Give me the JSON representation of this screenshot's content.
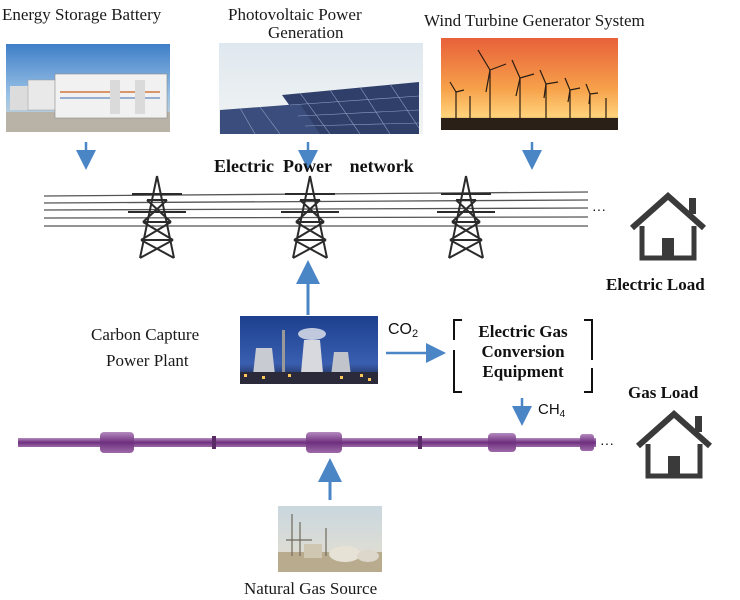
{
  "sources": {
    "battery": {
      "label": "Energy Storage Battery"
    },
    "pv": {
      "label_line1": "Photovoltaic Power",
      "label_line2": "Generation"
    },
    "wind": {
      "label": "Wind Turbine Generator System"
    }
  },
  "network": {
    "title": "Electric  Power    network",
    "ellipsis": "···"
  },
  "electric_load": {
    "label": "Electric Load"
  },
  "carbon_plant": {
    "label_line1": "Carbon Capture",
    "label_line2": "Power Plant"
  },
  "co2": {
    "label": "CO",
    "sub": "2"
  },
  "conversion": {
    "line1": "Electric Gas",
    "line2": "Conversion",
    "line3": "Equipment"
  },
  "ch4": {
    "label": "CH",
    "sub": "4"
  },
  "gas_load": {
    "label": "Gas Load"
  },
  "gas_pipe": {
    "ellipsis": "···"
  },
  "natural_gas": {
    "label": "Natural Gas Source"
  },
  "colors": {
    "arrow": "#4a86c6",
    "pipe": "#7a3a8a",
    "tower": "#2b2b2b"
  }
}
